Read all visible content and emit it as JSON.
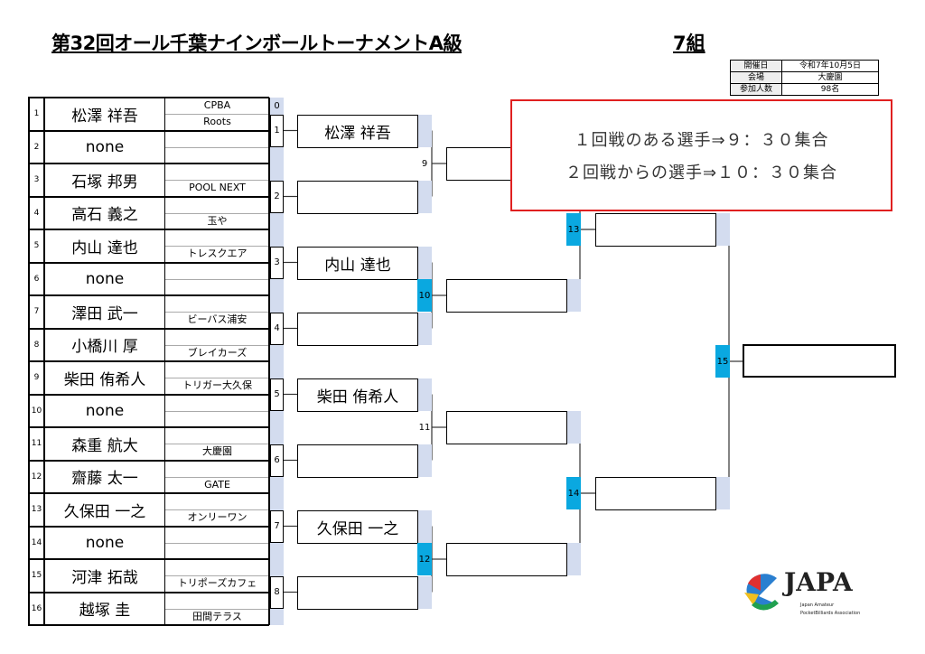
{
  "title": "第32回オール千葉ナインボールトーナメントA級",
  "group": "7組",
  "info": [
    {
      "label": "開催日",
      "value": "令和7年10月5日"
    },
    {
      "label": "会場",
      "value": "大慶園"
    },
    {
      "label": "参加人数",
      "value": "98名"
    }
  ],
  "players": [
    {
      "no": "1",
      "name": "松澤 祥吾",
      "team_top": "CPBA",
      "team_bottom": "Roots"
    },
    {
      "no": "2",
      "name": "none",
      "team_top": "",
      "team_bottom": ""
    },
    {
      "no": "3",
      "name": "石塚 邦男",
      "team_top": "",
      "team_bottom": "POOL NEXT"
    },
    {
      "no": "4",
      "name": "高石 義之",
      "team_top": "",
      "team_bottom": "玉や"
    },
    {
      "no": "5",
      "name": "内山 達也",
      "team_top": "",
      "team_bottom": "トレスクエア"
    },
    {
      "no": "6",
      "name": "none",
      "team_top": "",
      "team_bottom": ""
    },
    {
      "no": "7",
      "name": "澤田 武一",
      "team_top": "",
      "team_bottom": "ビーバス浦安"
    },
    {
      "no": "8",
      "name": "小橋川 厚",
      "team_top": "",
      "team_bottom": "ブレイカーズ"
    },
    {
      "no": "9",
      "name": "柴田 侑希人",
      "team_top": "",
      "team_bottom": "トリガー大久保"
    },
    {
      "no": "10",
      "name": "none",
      "team_top": "",
      "team_bottom": ""
    },
    {
      "no": "11",
      "name": "森重 航大",
      "team_top": "",
      "team_bottom": "大慶園"
    },
    {
      "no": "12",
      "name": "齋藤 太一",
      "team_top": "",
      "team_bottom": "GATE"
    },
    {
      "no": "13",
      "name": "久保田 一之",
      "team_top": "",
      "team_bottom": "オンリーワン"
    },
    {
      "no": "14",
      "name": "none",
      "team_top": "",
      "team_bottom": ""
    },
    {
      "no": "15",
      "name": "河津 拓哉",
      "team_top": "",
      "team_bottom": "トリポーズカフェ"
    },
    {
      "no": "16",
      "name": "越塚 圭",
      "team_top": "",
      "team_bottom": "田間テラス"
    }
  ],
  "round0_label": "0",
  "round1": [
    {
      "match": "1",
      "winner": "松澤 祥吾"
    },
    {
      "match": "2",
      "winner": ""
    },
    {
      "match": "3",
      "winner": "内山 達也"
    },
    {
      "match": "4",
      "winner": ""
    },
    {
      "match": "5",
      "winner": "柴田 侑希人"
    },
    {
      "match": "6",
      "winner": ""
    },
    {
      "match": "7",
      "winner": "久保田 一之"
    },
    {
      "match": "8",
      "winner": ""
    }
  ],
  "round2": [
    {
      "match": "9",
      "winner": "",
      "highlight": false
    },
    {
      "match": "10",
      "winner": "",
      "highlight": true
    },
    {
      "match": "11",
      "winner": "",
      "highlight": false
    },
    {
      "match": "12",
      "winner": "",
      "highlight": true
    }
  ],
  "round3": [
    {
      "match": "13",
      "winner": "",
      "highlight": true
    },
    {
      "match": "14",
      "winner": "",
      "highlight": true
    }
  ],
  "final": {
    "match": "15",
    "winner": ""
  },
  "note": {
    "line1": "１回戦のある選手⇒９：３０集合",
    "line2": "２回戦からの選手⇒１０：３０集合",
    "border_color": "#e02020"
  },
  "logo": {
    "text": "JAPA",
    "subtitle1": "Japan Amateur",
    "subtitle2": "PocketBilliards Association"
  },
  "colors": {
    "highlight": "#0aa8e0",
    "strip": "#d3dcef"
  }
}
